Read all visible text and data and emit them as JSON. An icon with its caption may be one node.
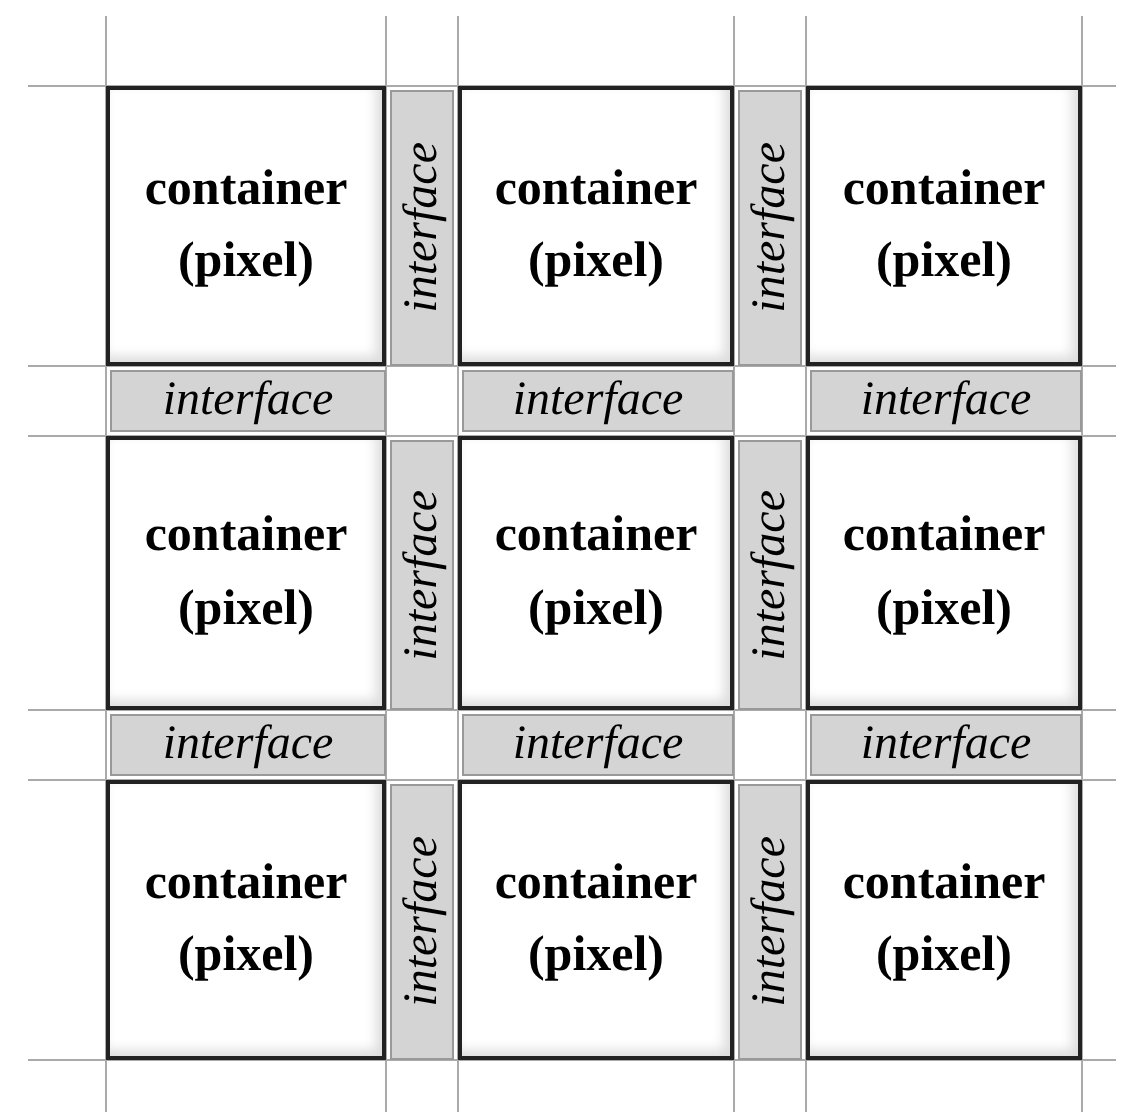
{
  "diagram": {
    "nodes": [
      {
        "text": [
          "container (pixel)"
        ]
      },
      {
        "text": [
          "interface"
        ]
      },
      {
        "text": [
          "container (pixel)"
        ]
      },
      {
        "text": [
          "interface"
        ]
      },
      {
        "text": [
          "container (pixel)"
        ]
      },
      {
        "text": [
          "interface"
        ]
      },
      {
        "text": [
          "interface"
        ]
      },
      {
        "text": [
          "interface"
        ]
      },
      {
        "text": [
          "container (pixel)"
        ]
      },
      {
        "text": [
          "interface"
        ]
      },
      {
        "text": [
          "container (pixel)"
        ]
      },
      {
        "text": [
          "interface"
        ]
      },
      {
        "text": [
          "container (pixel)"
        ]
      },
      {
        "text": [
          "interface"
        ]
      },
      {
        "text": [
          "interface"
        ]
      },
      {
        "text": [
          "interface"
        ]
      },
      {
        "text": [
          "container (pixel)"
        ]
      },
      {
        "text": [
          "interface"
        ]
      },
      {
        "text": [
          "container (pixel)"
        ]
      },
      {
        "text": [
          "interface"
        ]
      },
      {
        "text": [
          "container (pixel)"
        ]
      }
    ]
  }
}
